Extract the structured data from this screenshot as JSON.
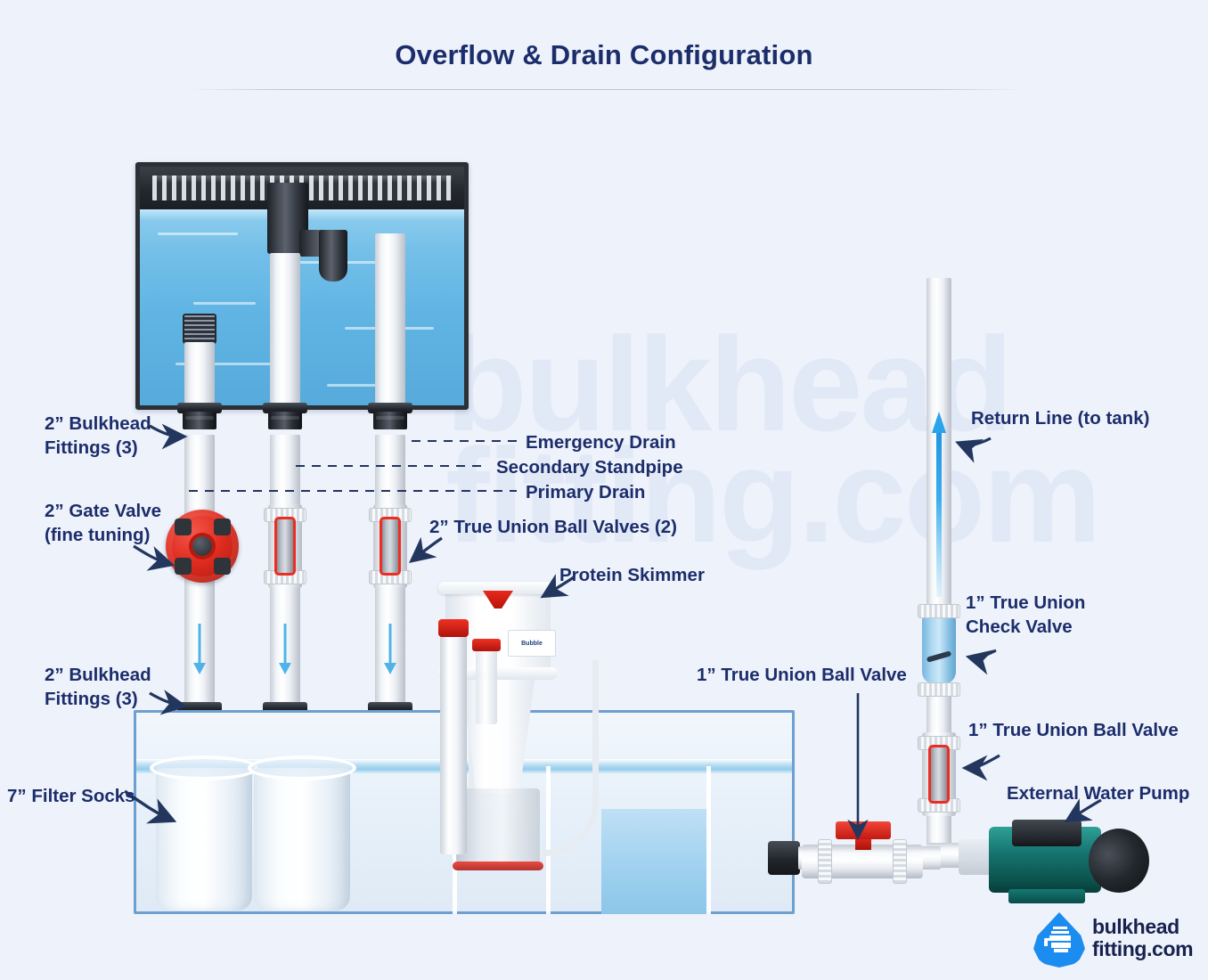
{
  "page": {
    "title": "Overflow & Drain Configuration",
    "background_color": "#eef2fb",
    "label_color": "#1c2d6b",
    "accent_red": "#ee2d22",
    "accent_blue": "#1b8cf0",
    "watermark_line1": "bulkhead",
    "watermark_line2": "fitting.com"
  },
  "labels": {
    "bulkhead_top": "2” Bulkhead\nFittings (3)",
    "gate_valve": "2” Gate Valve\n(fine tuning)",
    "bulkhead_bottom": "2” Bulkhead\nFittings (3)",
    "filter_socks": "7” Filter Socks",
    "emergency_drain": "Emergency Drain",
    "secondary_standpipe": "Secondary Standpipe",
    "primary_drain": "Primary Drain",
    "true_union_ball_valves_2in": "2” True Union Ball Valves (2)",
    "protein_skimmer": "Protein Skimmer",
    "return_line": "Return Line (to tank)",
    "check_valve_1in": "1” True Union\nCheck Valve",
    "ball_valve_1in_left": "1” True Union Ball Valve",
    "ball_valve_1in_right": "1” True Union Ball Valve",
    "external_water_pump": "External Water Pump"
  },
  "components": {
    "skimmer_brand": "Bubble",
    "tank_name": "display-aquarium",
    "sump_name": "sump-tank",
    "pump_name": "external-water-pump"
  },
  "logo": {
    "line1": "bulkhead",
    "line2": "fitting",
    "suffix": ".com"
  }
}
